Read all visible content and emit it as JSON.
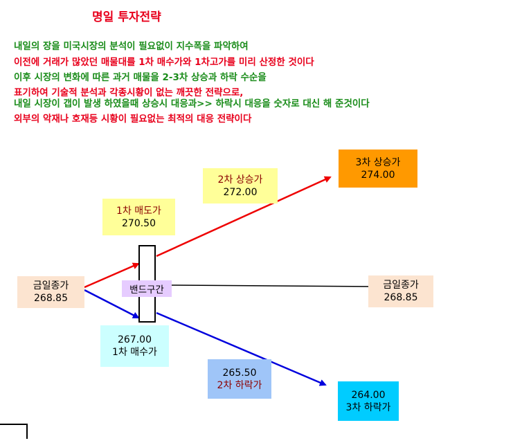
{
  "title": "명일 투자전략",
  "description_lines": [
    {
      "text": "내일의 장을 미국시장의 분석이 필요없이 지수폭을 파악하여",
      "color": "green"
    },
    {
      "text": "이전에 거래가 많았던 매물대를 1차 매수가와 1차고가를 미리 산정한 것이다",
      "color": "red"
    },
    {
      "text": "이후 시장의 변화에 따른 과거 매물을 2-3차 상승과 하락 수순을",
      "color": "green"
    },
    {
      "text": "표기하여 기술적  분석과 각종시황이 없는 깨끗한 전략으로,",
      "color": "red"
    },
    {
      "text": "내일 시장이 갭이 발생 하였을때 상승시 대응과>> 하락시 대응을 숫자로 대신 해 준것이다",
      "color": "green"
    },
    {
      "text": "외부의 악재나 호재등  시황이 필요없는 최적의 대응 전략이다",
      "color": "red"
    }
  ],
  "boxes": {
    "close_left": {
      "label": "금일종가",
      "value": "268.85"
    },
    "close_right": {
      "label": "금일종가",
      "value": "268.85"
    },
    "sell_1": {
      "label": "1차 매도가",
      "value": "270.50"
    },
    "rise_2": {
      "label": "2차 상승가",
      "value": "272.00"
    },
    "rise_3": {
      "label": "3차 상승가",
      "value": "274.00"
    },
    "buy_1": {
      "value": "267.00",
      "label": "1차 매수가"
    },
    "fall_2": {
      "value": "265.50",
      "label": "2차 하락가"
    },
    "fall_3": {
      "value": "264.00",
      "label": "3차 하락가"
    }
  },
  "band_label": "밴드구간",
  "colors": {
    "title": "#e8001c",
    "green_text": "#1a8c1a",
    "red_text": "#e8001c",
    "up_arrow": "#ee0000",
    "down_arrow": "#0000dd"
  }
}
